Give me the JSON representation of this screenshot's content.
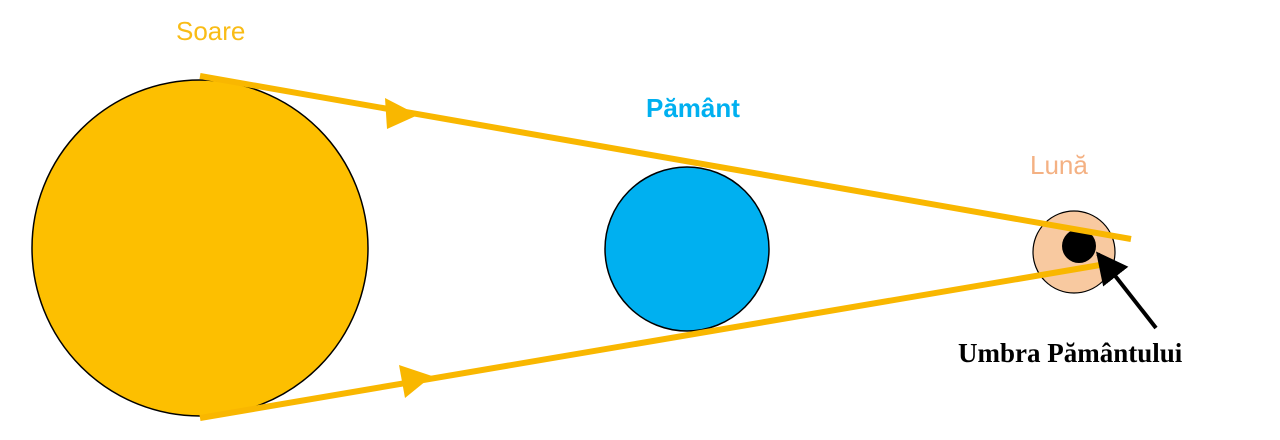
{
  "labels": {
    "sun": "Soare",
    "earth": "Pământ",
    "moon": "Lună",
    "earth_shadow": "Umbra Pământului"
  },
  "colors": {
    "sun": "#fdbf00",
    "rays": "#f9b700",
    "earth": "#00b0f0",
    "moon": "#f8c9a0",
    "shadow": "#000000",
    "sun_label": "#f9bc16",
    "earth_label": "#00b0f0",
    "moon_label": "#f4b183",
    "shadow_label": "#000000"
  }
}
